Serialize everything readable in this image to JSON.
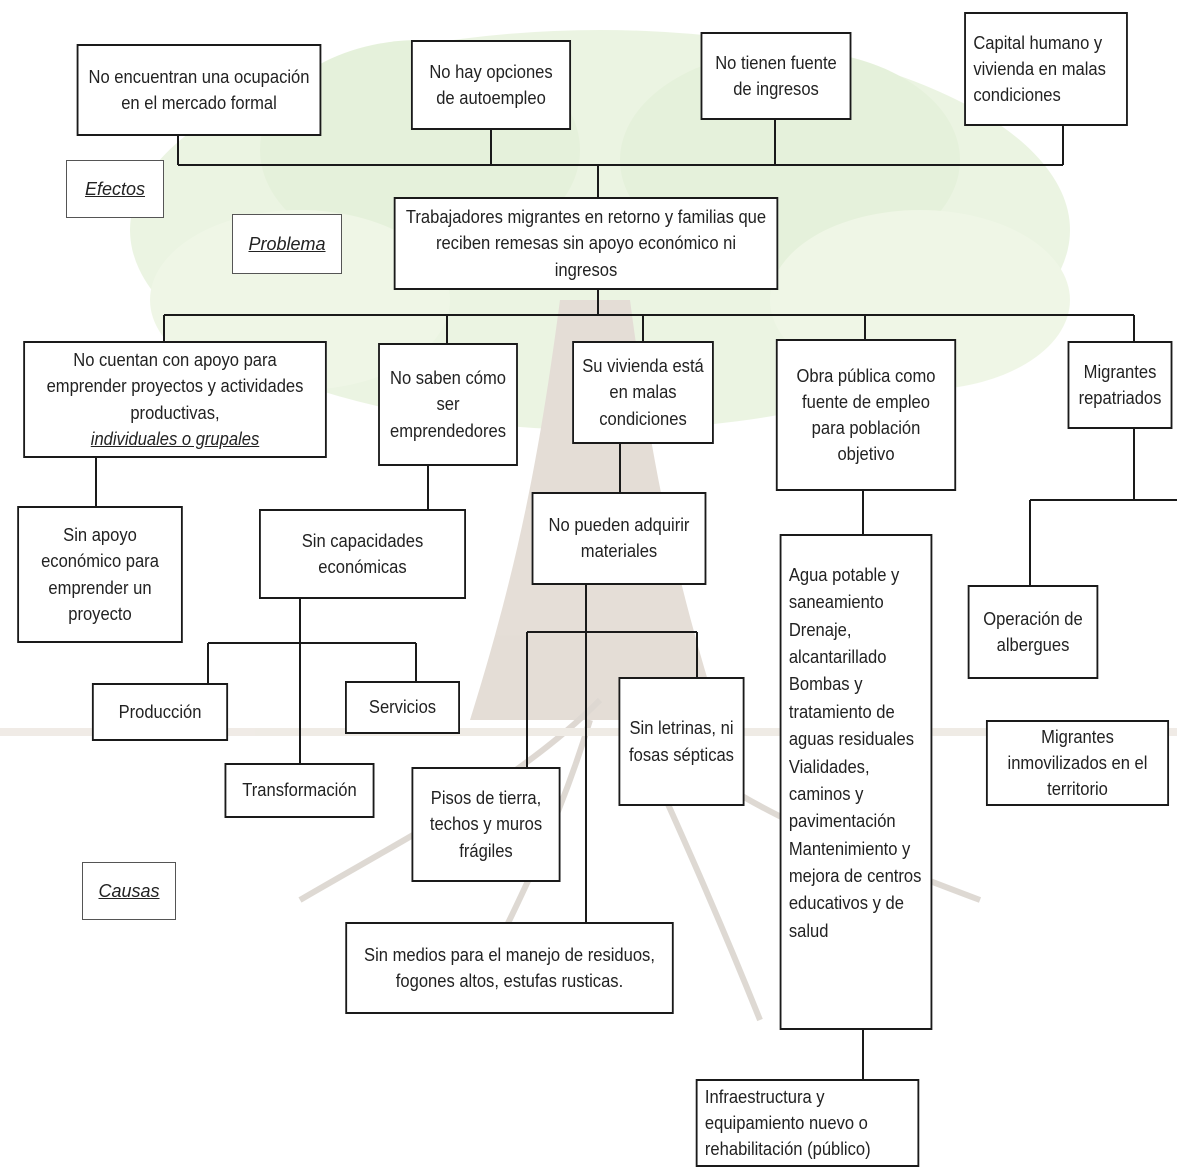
{
  "labels": {
    "efectos": "Efectos",
    "problema": "Problema",
    "causas": "Causas"
  },
  "effects": {
    "e1": "No encuentran una ocupación en el mercado formal",
    "e2": "No hay opciones de autoempleo",
    "e3": "No tienen fuente de ingresos",
    "e4": "Capital humano y vivienda en malas condiciones"
  },
  "problem": "Trabajadores migrantes en retorno y familias que reciben remesas sin apoyo económico ni ingresos",
  "causes": {
    "c1_main": "No cuentan con apoyo para emprender proyectos y actividades productivas,",
    "c1_underlined": "individuales o grupales",
    "c2": "No saben cómo ser emprendedores",
    "c3": "Su vivienda está en malas condiciones",
    "c4": "Obra pública como fuente de empleo para población objetivo",
    "c5": "Migrantes repatriados"
  },
  "subcauses": {
    "s1": "Sin apoyo económico para emprender un proyecto",
    "s2": "Sin capacidades económicas",
    "s3": "No pueden adquirir materiales",
    "s4": "Agua potable y saneamiento Drenaje, alcantarillado Bombas y tratamiento de aguas residuales Vialidades, caminos y pavimentación Mantenimiento y mejora de centros educativos y de salud",
    "s5": "Operación de albergues",
    "s6": "Migrantes inmovilizados en el territorio",
    "p1": "Producción",
    "p2": "Servicios",
    "p3": "Transformación",
    "m1": "Sin letrinas, ni fosas sépticas",
    "m2": "Pisos de tierra, techos y muros frágiles",
    "m3": "Sin medios para el manejo de residuos, fogones altos, estufas rusticas.",
    "i1": "Infraestructura y equipamiento nuevo o rehabilitación (público)"
  }
}
